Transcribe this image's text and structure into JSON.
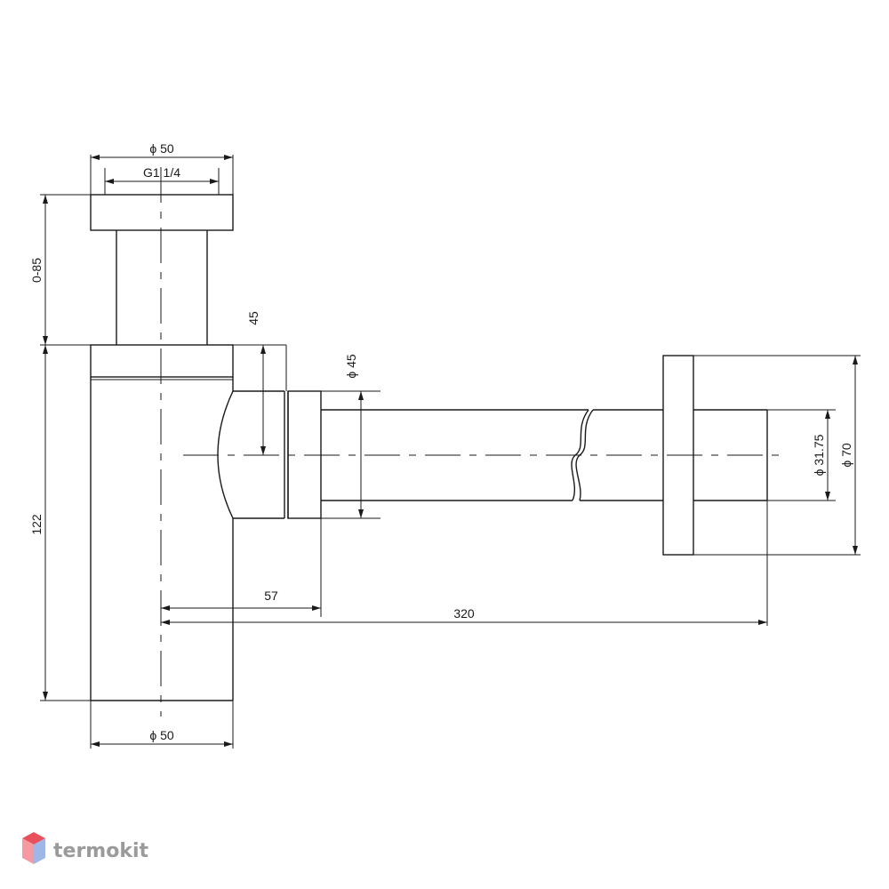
{
  "dimensions": {
    "top_diameter": "ϕ 50",
    "thread": "G1 1/4",
    "height_adjust": "0-85",
    "body_height": "122",
    "outlet_offset": "45",
    "outlet_diameter": "ϕ 45",
    "pipe_diameter": "ϕ 31.75",
    "flange_diameter": "ϕ 70",
    "horizontal_57": "57",
    "horizontal_320": "320",
    "bottom_diameter": "ϕ 50"
  },
  "watermark": {
    "brand": "termokit",
    "logo_colors": {
      "top": "#e8505b",
      "left": "#f49aa0",
      "right": "#9fb7e6"
    }
  },
  "colors": {
    "line": "#1a1a1a",
    "background": "#ffffff"
  }
}
